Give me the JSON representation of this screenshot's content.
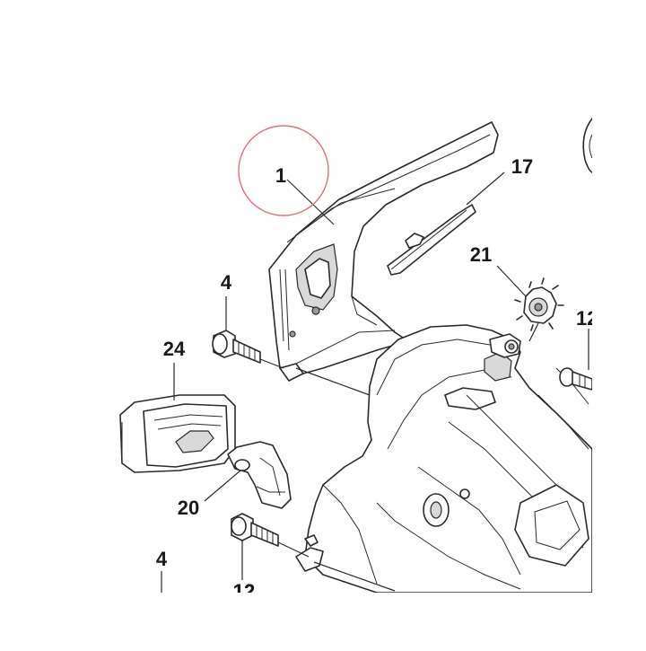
{
  "labels": {
    "p1": "1",
    "p17": "17",
    "p21": "21",
    "p4a": "4",
    "p24": "24",
    "p12a": "12",
    "p20": "20",
    "p12b": "12",
    "p4b": "4"
  },
  "colors": {
    "highlight_circle": "#d9737a",
    "line": "#2a2a2a",
    "shade": "#d9d9d9"
  }
}
